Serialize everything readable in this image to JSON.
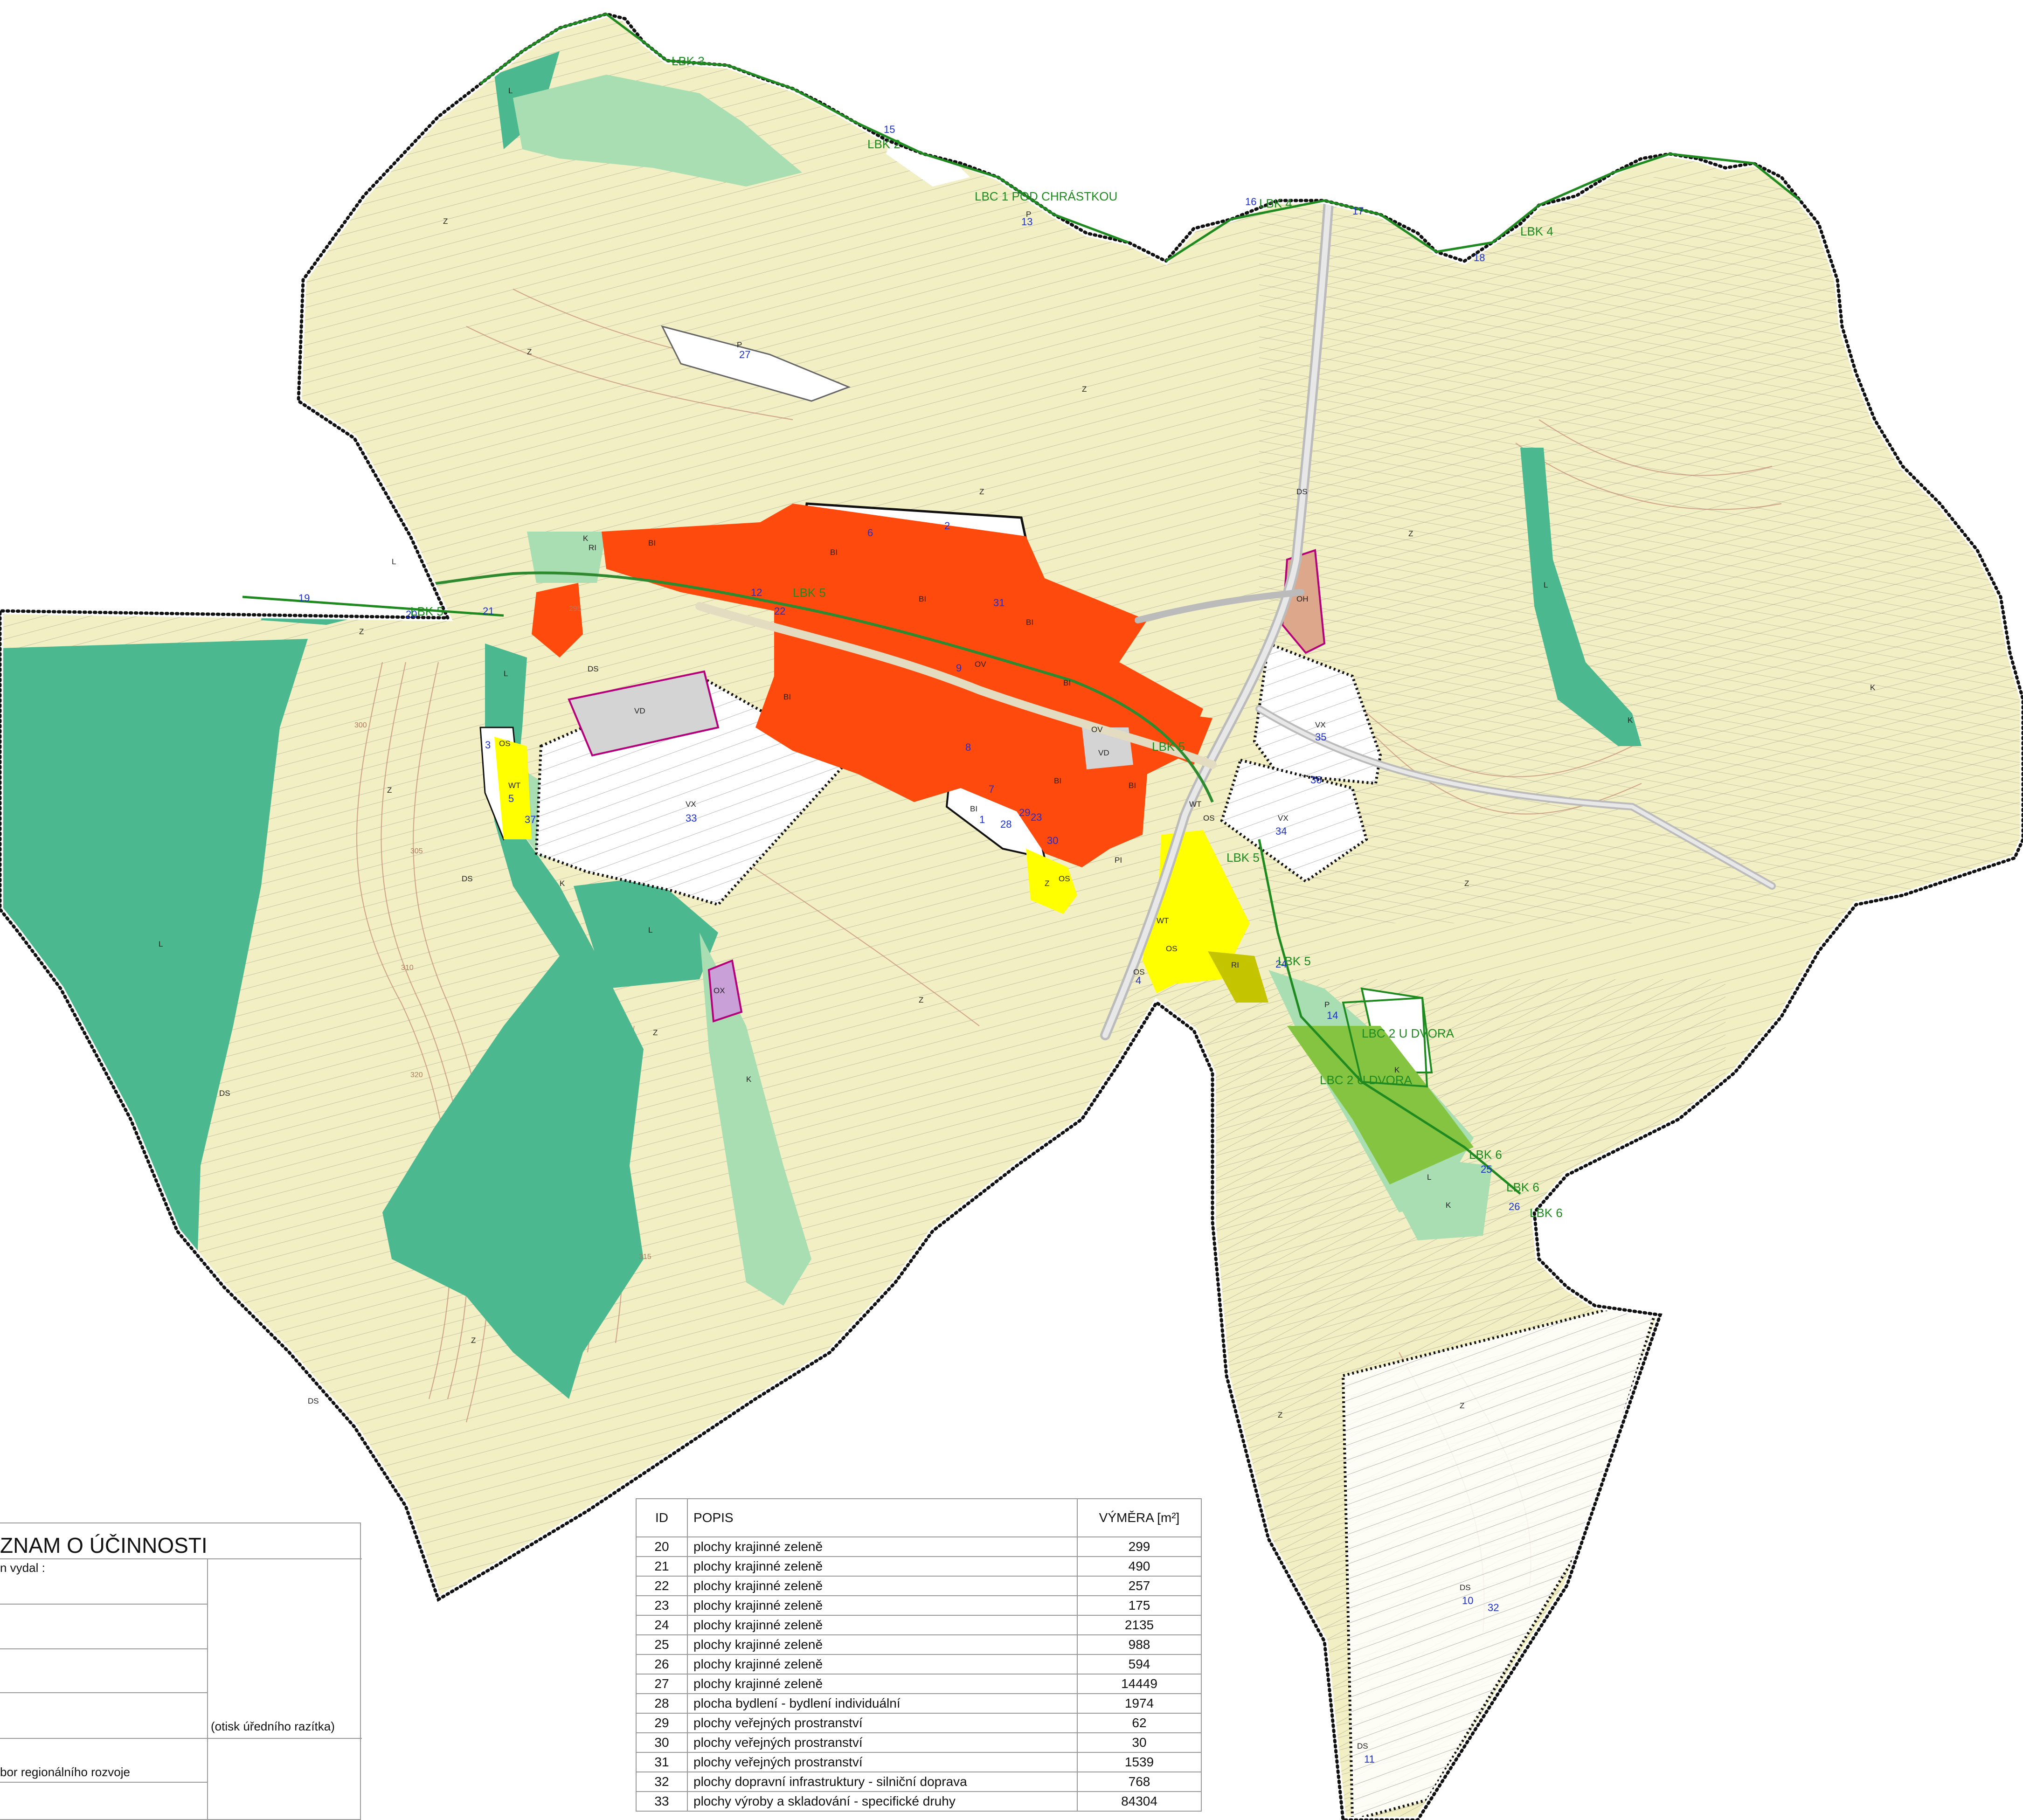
{
  "map": {
    "colors": {
      "agricultural": "#f2efc4",
      "forest": "#4cb890",
      "landscape_green": "#a9ddb2",
      "housing": "#ff4a0e",
      "public_space": "#ffff00",
      "production": "#d4d4d4",
      "civic": "#dca78a",
      "biocentre": "#85c441",
      "boundary": "#111111",
      "eco_line": "#1f8a1f",
      "contour": "#c5927a"
    },
    "zone_codes": [
      "Z",
      "L",
      "K",
      "BI",
      "OS",
      "DS",
      "VX",
      "VD",
      "WT",
      "P",
      "RI",
      "OH",
      "OV",
      "PI",
      "OX"
    ],
    "ids": [
      "1",
      "2",
      "3",
      "4",
      "5",
      "6",
      "7",
      "8",
      "9",
      "10",
      "11",
      "12",
      "13",
      "14",
      "15",
      "16",
      "17",
      "18",
      "19",
      "20",
      "21",
      "22",
      "23",
      "24",
      "25",
      "26",
      "27",
      "28",
      "29",
      "30",
      "31",
      "32",
      "33",
      "34",
      "35",
      "36",
      "37"
    ],
    "eco_labels": {
      "lbk3": "LBK 3",
      "lbk2": "LBK 2",
      "lbc1": "LBC 1 POD CHRÁSTKOU",
      "lbk4a": "LBK 4",
      "lbk4b": "LBK 4",
      "lbk5a": "LBK 5",
      "lbk5b": "LBK 5",
      "lbk5c": "LBK 5",
      "lbk5d": "LBK 5",
      "lbk5e": "LBK 5",
      "lbc2a": "LBC 2 U DVORA",
      "lbc2b": "LBC 2 U DVORA",
      "lbk6a": "LBK 6",
      "lbk6b": "LBK 6",
      "lbk6c": "LBK 6"
    },
    "contour_values": [
      "295",
      "300",
      "305",
      "310",
      "315",
      "320"
    ]
  },
  "validity_box": {
    "title": "ZNAM O ÚČINNOSTI",
    "issued_by": "n vydal :",
    "stamp": "(otisk úředního razítka)",
    "department": "bor regionálního rozvoje"
  },
  "area_table": {
    "headers": {
      "id": "ID",
      "desc": "POPIS",
      "area": "VÝMĚRA [m²]"
    },
    "rows": [
      {
        "id": "20",
        "desc": "plochy krajinné zeleně",
        "area": "299"
      },
      {
        "id": "21",
        "desc": "plochy krajinné zeleně",
        "area": "490"
      },
      {
        "id": "22",
        "desc": "plochy krajinné zeleně",
        "area": "257"
      },
      {
        "id": "23",
        "desc": "plochy krajinné zeleně",
        "area": "175"
      },
      {
        "id": "24",
        "desc": "plochy krajinné zeleně",
        "area": "2135"
      },
      {
        "id": "25",
        "desc": "plochy krajinné zeleně",
        "area": "988"
      },
      {
        "id": "26",
        "desc": "plochy krajinné zeleně",
        "area": "594"
      },
      {
        "id": "27",
        "desc": "plochy krajinné zeleně",
        "area": "14449"
      },
      {
        "id": "28",
        "desc": "plocha bydlení - bydlení individuální",
        "area": "1974"
      },
      {
        "id": "29",
        "desc": "plochy veřejných prostranství",
        "area": "62"
      },
      {
        "id": "30",
        "desc": "plochy veřejných prostranství",
        "area": "30"
      },
      {
        "id": "31",
        "desc": "plochy veřejných prostranství",
        "area": "1539"
      },
      {
        "id": "32",
        "desc": "plochy dopravní infrastruktury - silniční doprava",
        "area": "768"
      },
      {
        "id": "33",
        "desc": "plochy výroby a skladování - specifické druhy",
        "area": "84304"
      }
    ]
  }
}
